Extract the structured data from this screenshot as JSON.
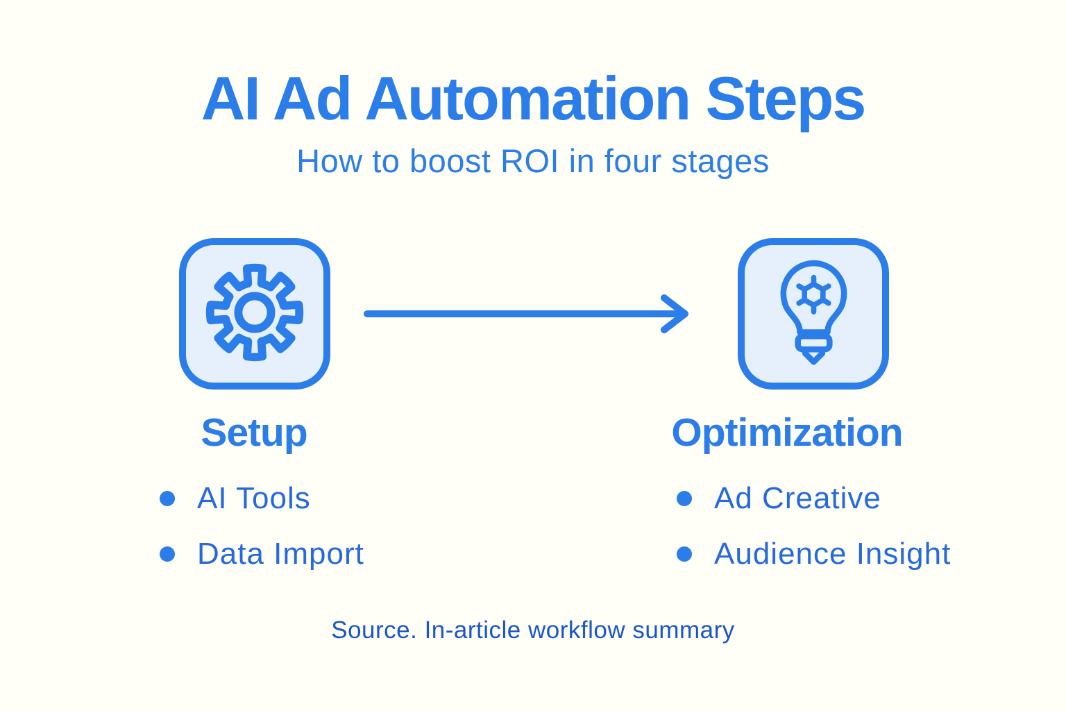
{
  "page": {
    "background_color": "#FFFEF7",
    "palette": {
      "primary_blue": "#2B7DE9",
      "bullet_text_blue": "#2469DF",
      "footer_blue": "#1A55C9",
      "icon_box_fill": "#E5F0FC"
    }
  },
  "header": {
    "title": "AI Ad Automation Steps",
    "subtitle": "How to boost ROI in four stages"
  },
  "stages": [
    {
      "name": "Setup",
      "icon": "gear-icon",
      "bullets": [
        "AI Tools",
        "Data Import"
      ]
    },
    {
      "name": "Optimization",
      "icon": "lightbulb-icon",
      "bullets": [
        "Ad Creative",
        "Audience Insight"
      ]
    }
  ],
  "connector": {
    "icon": "arrow-right-icon",
    "direction": "left-to-right"
  },
  "footer": {
    "source": "Source. In-article workflow summary"
  }
}
